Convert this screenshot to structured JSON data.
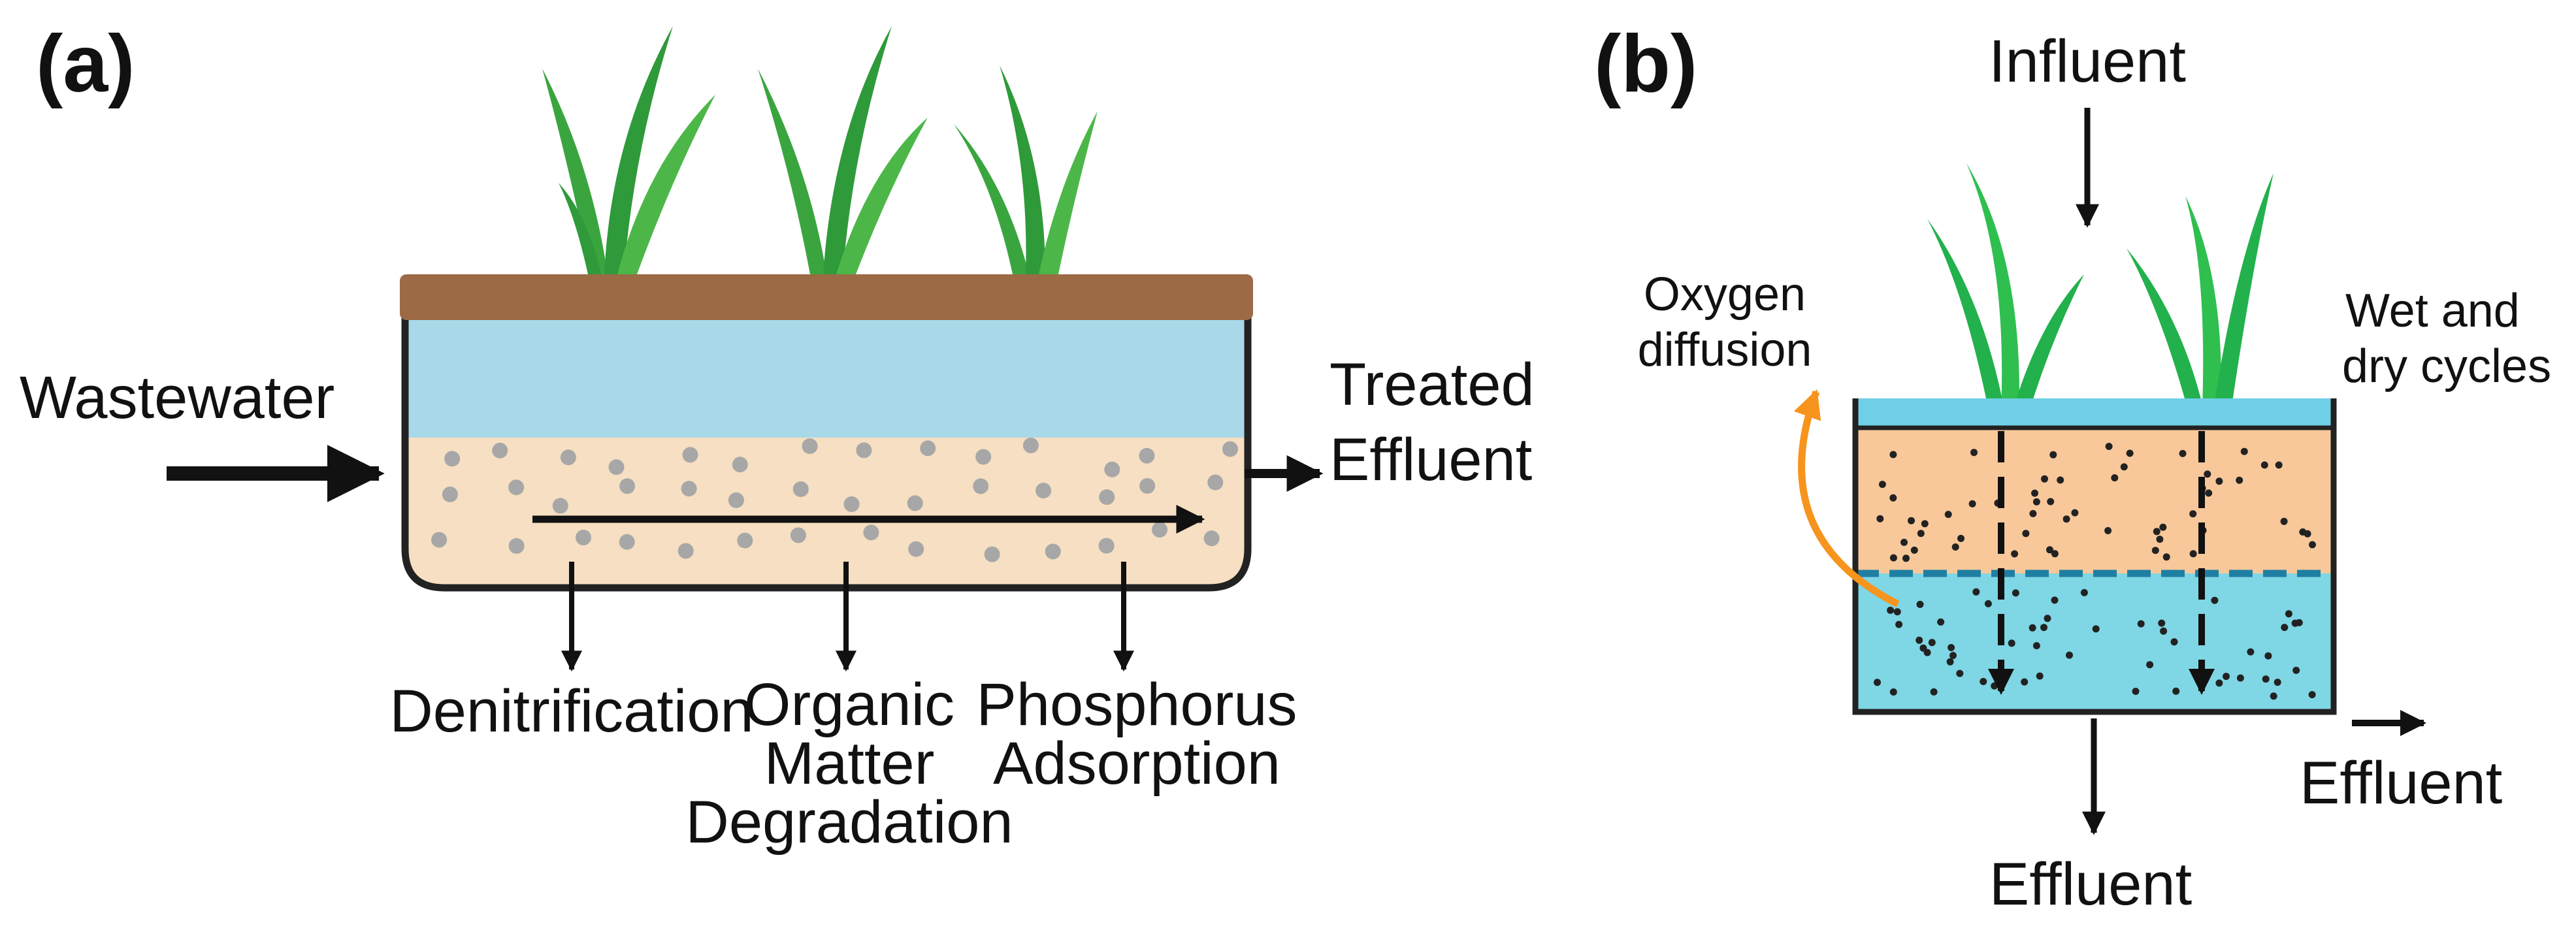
{
  "panel_a": {
    "label": "(a)",
    "inlet": "Wastewater",
    "outlet_line1": "Treated",
    "outlet_line2": "Effluent",
    "process_1": "Denitrification",
    "process_2_line1": "Organic",
    "process_2_line2": "Matter",
    "process_2_line3": "Degradation",
    "process_3_line1": "Phosphorus",
    "process_3_line2": "Adsorption"
  },
  "panel_b": {
    "label": "(b)",
    "inlet": "Influent",
    "oxygen_line1": "Oxygen",
    "oxygen_line2": "diffusion",
    "cycles_line1": "Wet and",
    "cycles_line2": "dry cycles",
    "effluent_side": "Effluent",
    "effluent_bottom": "Effluent"
  },
  "colors": {
    "soil_cap": "#9c6a45",
    "water": "#a9d9e8",
    "substrate": "#f6dfc2",
    "gravel": "#a7a7a7",
    "plant_dark": "#2f9a3a",
    "plant_light": "#4cb748",
    "sand": "#f8c89a",
    "saturated": "#7fd6e4",
    "top_water": "#6fcfe6",
    "oxygen_arrow": "#f7941d",
    "line": "#222222"
  }
}
